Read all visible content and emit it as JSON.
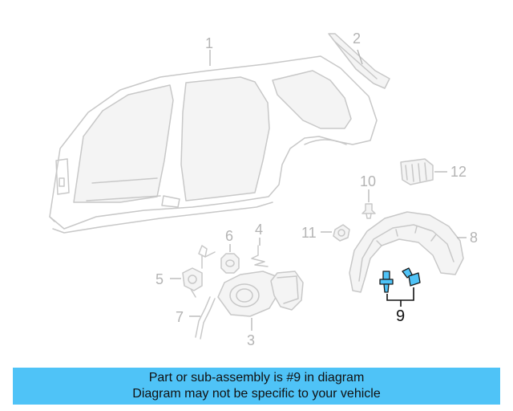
{
  "callouts": {
    "c1": "1",
    "c2": "2",
    "c3": "3",
    "c4": "4",
    "c5": "5",
    "c6": "6",
    "c7": "7",
    "c8": "8",
    "c9": "9",
    "c10": "10",
    "c11": "11",
    "c12": "12"
  },
  "highlighted_part": "9",
  "colors": {
    "highlight": "#4fc3f7",
    "parts": "#c8c8c8",
    "labels": "#b4b4b4"
  },
  "banner": {
    "line1": "Part or sub-assembly is #9 in diagram",
    "line2": "Diagram may not be specific to your vehicle"
  }
}
